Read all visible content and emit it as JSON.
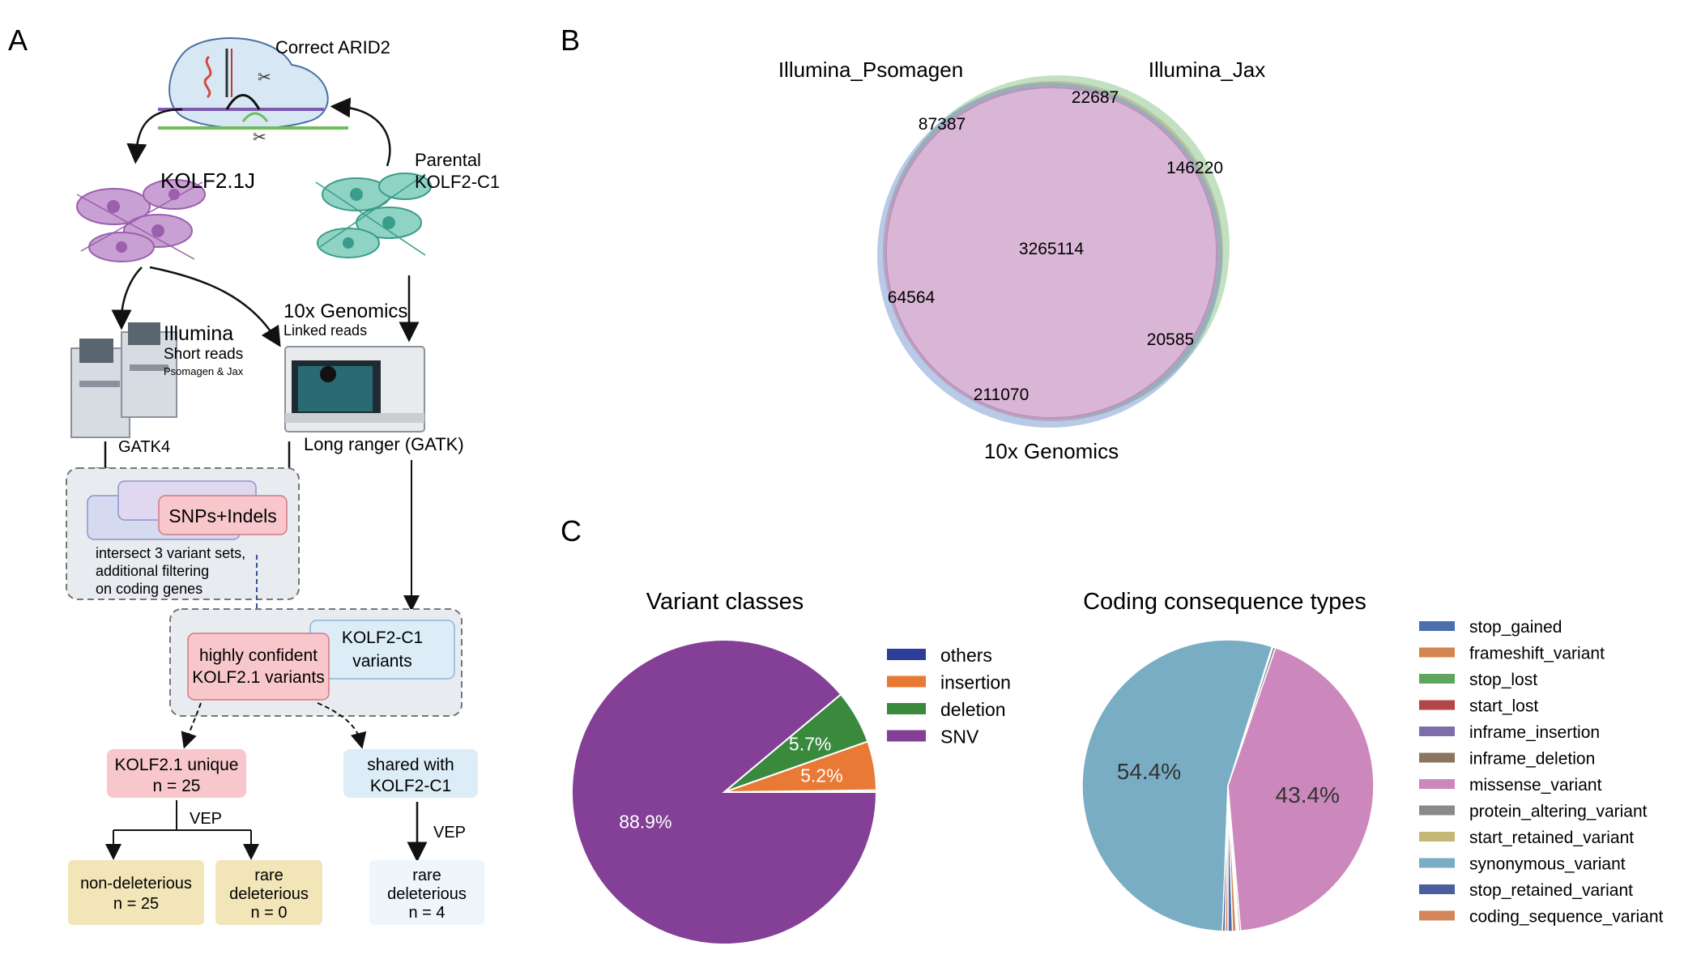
{
  "panel_labels": {
    "a": "A",
    "b": "B",
    "c": "C"
  },
  "panel_a": {
    "crispr_label": "Correct ARID2",
    "kolf21j": "KOLF2.1J",
    "parental_line1": "Parental",
    "parental_line2": "KOLF2-C1",
    "illumina_title": "Illumina",
    "illumina_sub": "Short reads",
    "illumina_sub2": "Psomagen & Jax",
    "tenx_title": "10x Genomics",
    "tenx_sub": "Linked reads",
    "gatk4": "GATK4",
    "long_ranger": "Long ranger (GATK)",
    "snps_indels": "SNPs+Indels",
    "intersect_line1": "intersect 3 variant sets,",
    "intersect_line2": "additional filtering",
    "intersect_line3": "on coding genes",
    "confident_line1": "highly confident",
    "confident_line2": "KOLF2.1 variants",
    "c1_variants_line1": "KOLF2-C1",
    "c1_variants_line2": "variants",
    "unique_line1": "KOLF2.1 unique",
    "unique_line2": "n = 25",
    "shared_line1": "shared with",
    "shared_line2": "KOLF2-C1",
    "vep_left": "VEP",
    "vep_right": "VEP",
    "nondel_line1": "non-deleterious",
    "nondel_line2": "n = 25",
    "rare_left_line1": "rare",
    "rare_left_line2": "deleterious",
    "rare_left_line3": "n = 0",
    "rare_right_line1": "rare",
    "rare_right_line2": "deleterious",
    "rare_right_line3": "n = 4"
  },
  "panel_b": {
    "set_labels": [
      "Illumina_Psomagen",
      "Illumina_Jax",
      "10x Genomics"
    ],
    "set_colors": [
      "#e07a5f",
      "#8fc98f",
      "#7d9fd4"
    ],
    "region_counts": {
      "psomagen_only": "87387",
      "jax_only": "22687",
      "jax_only_right": "146220",
      "all_three": "3265114",
      "psomagen_10x": "64564",
      "jax_10x": "20585",
      "tenx_only": "211070"
    },
    "center_color": "#d9b6d6"
  },
  "chart_data": [
    {
      "type": "pie",
      "title": "Variant classes",
      "categories": [
        "others",
        "insertion",
        "deletion",
        "SNV"
      ],
      "values": [
        0.2,
        5.2,
        5.7,
        88.9
      ],
      "colors": [
        "#2c3e99",
        "#e87a35",
        "#3a8a3e",
        "#843f96"
      ],
      "slice_labels": [
        "",
        "5.2%",
        "5.7%",
        "88.9%"
      ],
      "legend": "right"
    },
    {
      "type": "pie",
      "title": "Coding consequence types",
      "categories": [
        "stop_gained",
        "frameshift_variant",
        "stop_lost",
        "start_lost",
        "inframe_insertion",
        "inframe_deletion",
        "missense_variant",
        "protein_altering_variant",
        "start_retained_variant",
        "synonymous_variant",
        "stop_retained_variant",
        "coding_sequence_variant"
      ],
      "values": [
        0.5,
        0.4,
        0.1,
        0.1,
        0.1,
        0.2,
        43.4,
        0.3,
        0.1,
        54.4,
        0.3,
        0.3
      ],
      "colors": [
        "#4c6fae",
        "#d4854f",
        "#5ea65d",
        "#b3464a",
        "#7c6ea8",
        "#8b7560",
        "#cc87bc",
        "#8a8a8a",
        "#c4b877",
        "#78adc4",
        "#4a5f9e",
        "#d4855a"
      ],
      "slice_labels": [
        "",
        "",
        "",
        "",
        "",
        "",
        "43.4%",
        "",
        "",
        "54.4%",
        "",
        ""
      ],
      "legend": "right"
    }
  ]
}
